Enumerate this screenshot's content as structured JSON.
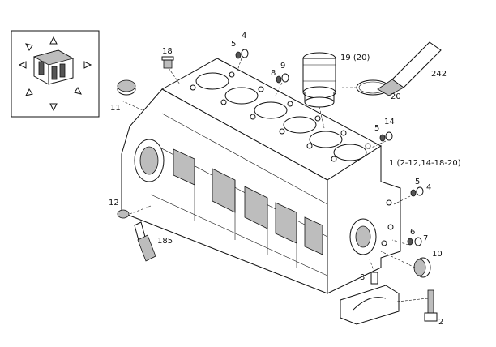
{
  "labels": {
    "l2": "2",
    "l3": "3",
    "l4a": "4",
    "l4b": "4",
    "l5a": "5",
    "l5b": "5",
    "l5c": "5",
    "l6": "6",
    "l7": "7",
    "l8": "8",
    "l9": "9",
    "l10": "10",
    "l11": "11",
    "l12": "12",
    "l14": "14",
    "l18": "18",
    "l19": "19 (20)",
    "l20": "20",
    "l185": "185",
    "l242": "242",
    "l1": "1 (2-12,14-18-20)"
  }
}
